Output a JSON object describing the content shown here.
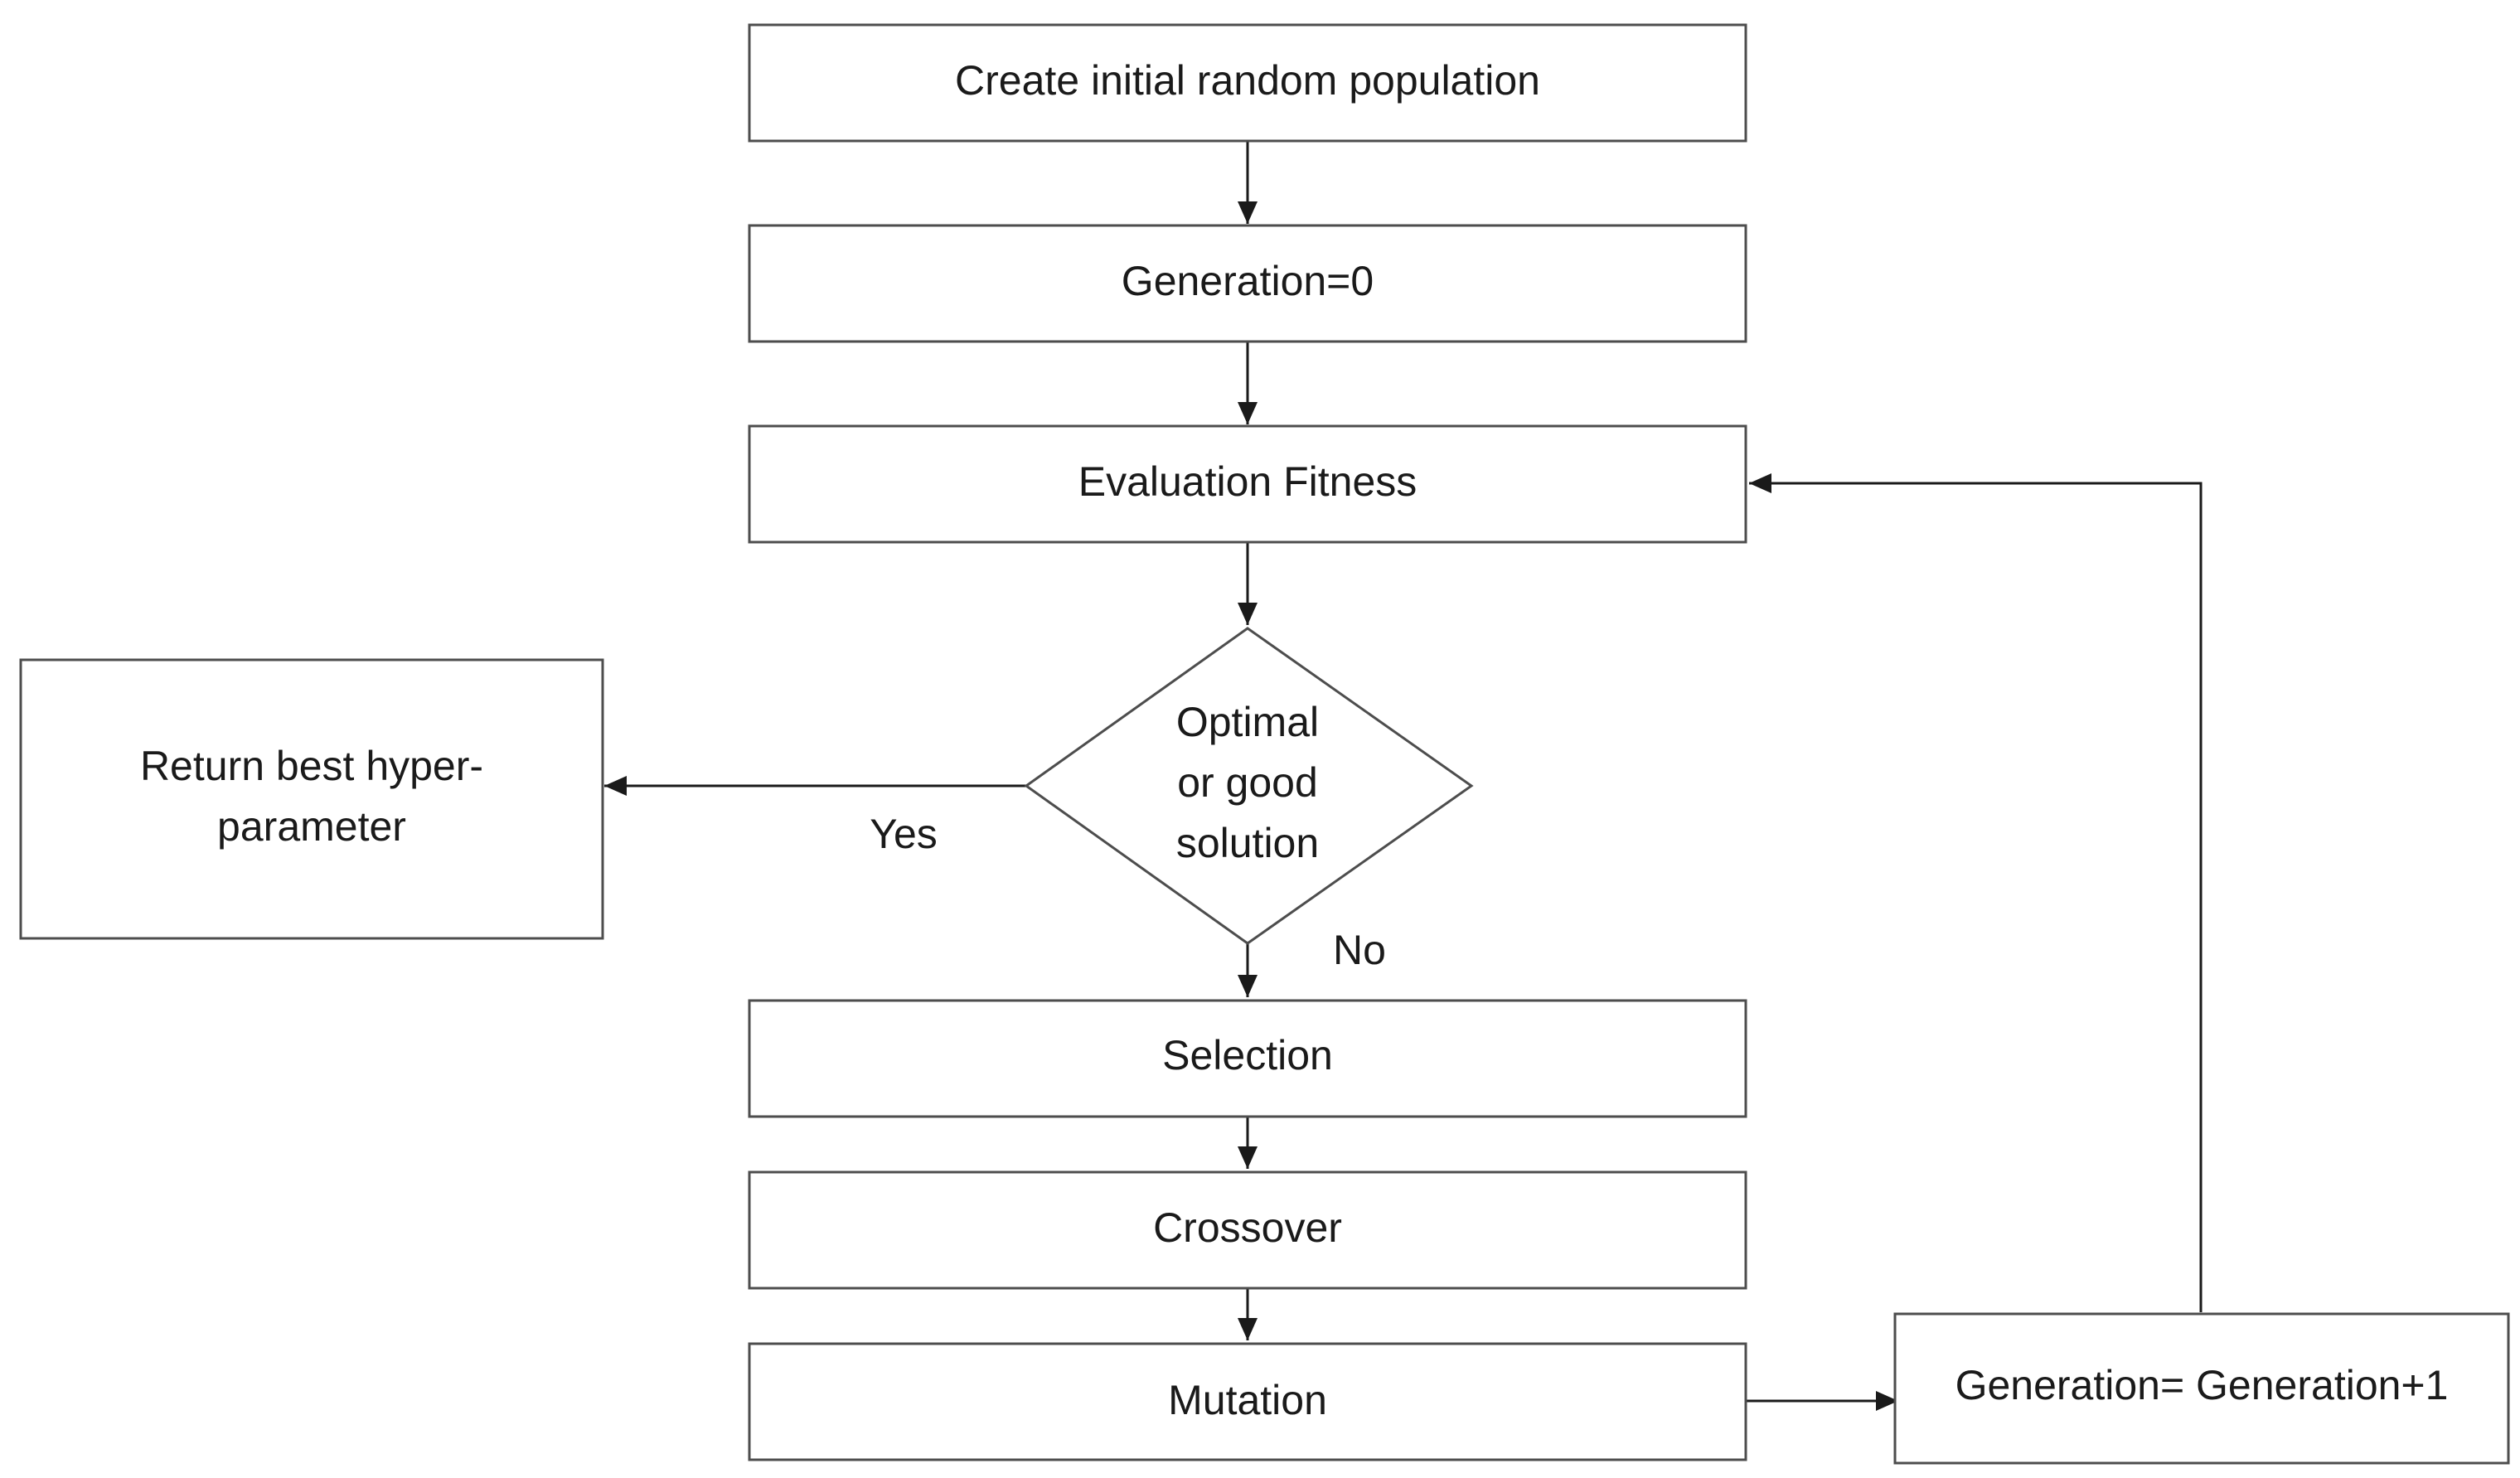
{
  "nodes": {
    "create": "Create initial random population",
    "gen0": "Generation=0",
    "evaluate": "Evaluation Fitness",
    "decision": [
      "Optimal",
      "or good",
      "solution"
    ],
    "return_best": [
      "Return best hyper-",
      "parameter"
    ],
    "selection": "Selection",
    "crossover": "Crossover",
    "mutation": "Mutation",
    "increment": "Generation= Generation+1"
  },
  "edges": {
    "yes_label": "Yes",
    "no_label": "No"
  }
}
